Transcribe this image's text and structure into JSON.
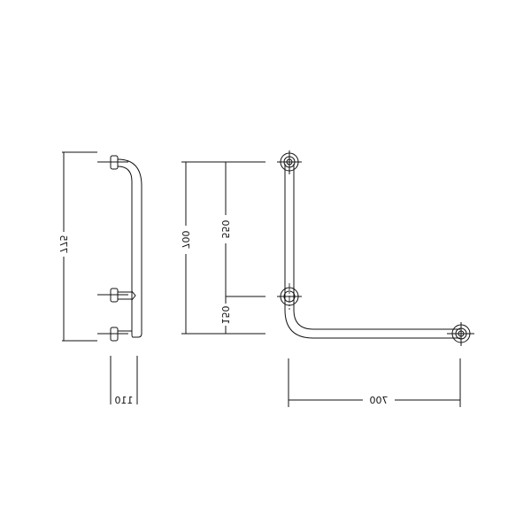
{
  "drawing": {
    "dimensions": {
      "side_height": "775",
      "side_depth": "110",
      "front_height": "700",
      "upper_spacing": "550",
      "lower_spacing": "150",
      "width": "700"
    }
  }
}
